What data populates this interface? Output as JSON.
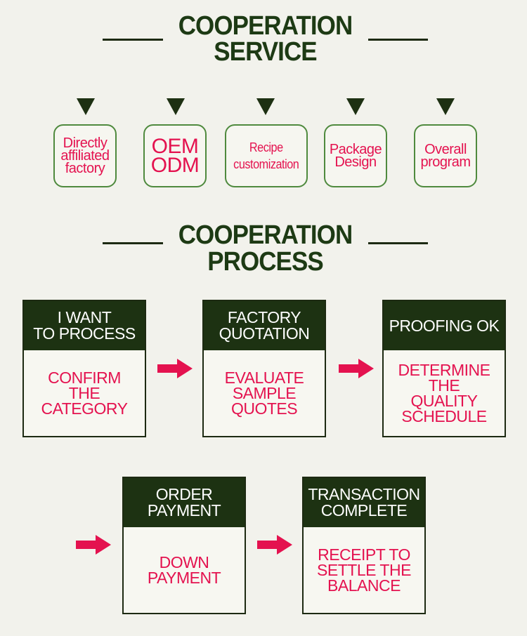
{
  "service": {
    "title_line1": "COOPERATION",
    "title_line2": "SERVICE",
    "items": [
      {
        "lines": [
          "Directly",
          "affiliated",
          "factory"
        ]
      },
      {
        "lines": [
          "OEM",
          "ODM"
        ]
      },
      {
        "lines": [
          "Recipe",
          "customization"
        ]
      },
      {
        "lines": [
          "Package",
          "Design"
        ]
      },
      {
        "lines": [
          "Overall",
          "program"
        ]
      }
    ]
  },
  "process": {
    "title_line1": "COOPERATION",
    "title_line2": "PROCESS",
    "steps": [
      {
        "head": [
          "I WANT",
          "TO PROCESS"
        ],
        "body": [
          "CONFIRM",
          "THE",
          "CATEGORY"
        ]
      },
      {
        "head": [
          "FACTORY",
          "QUOTATION"
        ],
        "body": [
          "EVALUATE",
          "SAMPLE",
          "QUOTES"
        ]
      },
      {
        "head": [
          "PROOFING OK"
        ],
        "body": [
          "DETERMINE",
          "THE",
          "QUALITY",
          "SCHEDULE"
        ]
      },
      {
        "head": [
          "ORDER",
          "PAYMENT"
        ],
        "body": [
          "DOWN",
          "PAYMENT"
        ]
      },
      {
        "head": [
          "TRANSACTION",
          "COMPLETE"
        ],
        "body": [
          "RECEIPT TO",
          "SETTLE THE",
          "BALANCE"
        ]
      }
    ]
  },
  "icons": {
    "service_marker": "triangle-down-icon",
    "process_connector": "arrow-right-icon"
  },
  "colors": {
    "dark_green": "#1d3212",
    "accent_red": "#e4124f",
    "border_green": "#4f8a3e",
    "background": "#f2f2ec"
  }
}
